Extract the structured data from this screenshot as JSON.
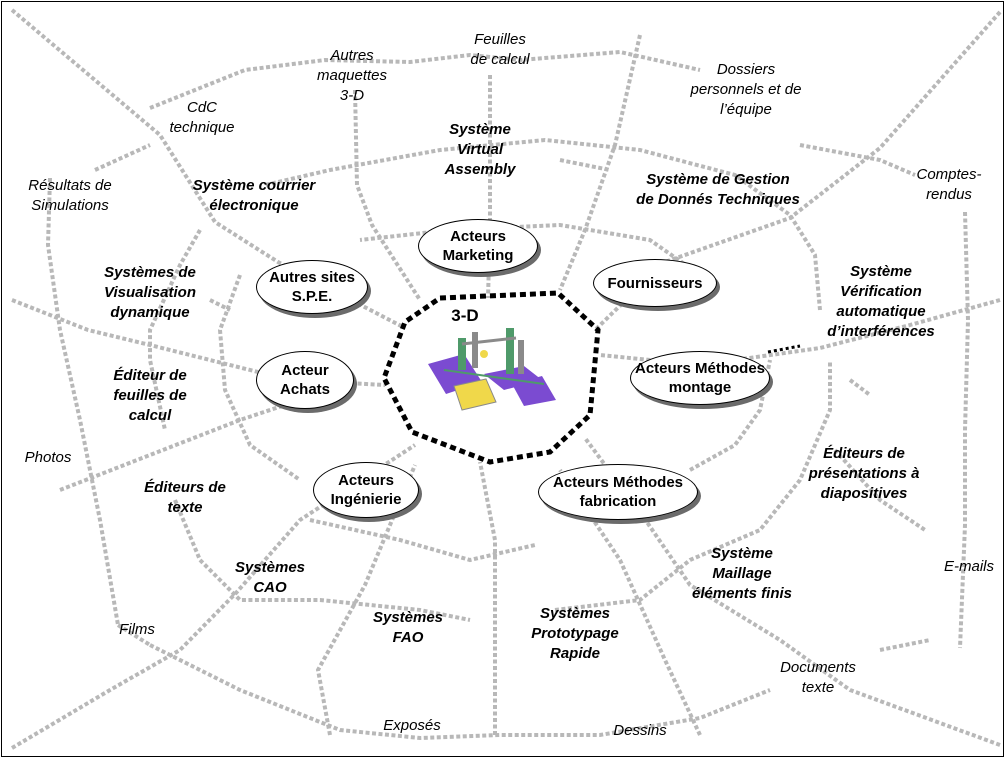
{
  "diagram": {
    "center_label": "3-D",
    "actors": [
      {
        "id": "marketing",
        "text": "Acteurs\nMarketing"
      },
      {
        "id": "autres-sites",
        "text": "Autres sites\nS.P.E."
      },
      {
        "id": "fournisseurs",
        "text": "Fournisseurs"
      },
      {
        "id": "achats",
        "text": "Acteur\nAchats"
      },
      {
        "id": "methodes-montage",
        "text": "Acteurs Méthodes\nmontage"
      },
      {
        "id": "ingenierie",
        "text": "Acteurs\nIngénierie"
      },
      {
        "id": "methodes-fabrication",
        "text": "Acteurs Méthodes\nfabrication"
      }
    ],
    "systems": [
      {
        "id": "virtual-assembly",
        "text": "Système\nVirtual\nAssembly"
      },
      {
        "id": "courrier",
        "text": "Système courrier\nélectronique"
      },
      {
        "id": "gdt",
        "text": "Système de Gestion\nde Donnés Techniques"
      },
      {
        "id": "visualisation",
        "text": "Systèmes de\nVisualisation\ndynamique"
      },
      {
        "id": "verification",
        "text": "Système\nVérification\nautomatique\nd’interférences"
      },
      {
        "id": "feuilles-calcul-editeur",
        "text": "Éditeur de\nfeuilles de\ncalcul"
      },
      {
        "id": "presentations",
        "text": "Éditeurs de\nprésentations à\ndiapositives"
      },
      {
        "id": "texte-editeurs",
        "text": "Éditeurs de\ntexte"
      },
      {
        "id": "maillage",
        "text": "Système\nMaillage\néléments finis"
      },
      {
        "id": "cao",
        "text": "Systèmes\nCAO"
      },
      {
        "id": "fao",
        "text": "Systèmes\nFAO"
      },
      {
        "id": "prototypage",
        "text": "Systèmes\nPrototypage\nRapide"
      }
    ],
    "outer": [
      {
        "id": "feuilles-calcul",
        "text": "Feuilles\nde calcul"
      },
      {
        "id": "autres-maquettes",
        "text": "Autres\nmaquettes\n3-D"
      },
      {
        "id": "dossiers",
        "text": "Dossiers\npersonnels et de\nl’équipe"
      },
      {
        "id": "cdc",
        "text": "CdC\ntechnique"
      },
      {
        "id": "resultats",
        "text": "Résultats de\nSimulations"
      },
      {
        "id": "comptes-rendus",
        "text": "Comptes-\nrendus"
      },
      {
        "id": "photos",
        "text": "Photos"
      },
      {
        "id": "emails",
        "text": "E-mails"
      },
      {
        "id": "films",
        "text": "Films"
      },
      {
        "id": "documents",
        "text": "Documents\ntexte"
      },
      {
        "id": "exposes",
        "text": "Exposés"
      },
      {
        "id": "dessins",
        "text": "Dessins"
      }
    ],
    "colors": {
      "web_lines": "#b8b8b8",
      "text": "#000000",
      "actor_shadow": "#6b6b6b",
      "model_purple": "#7b4bd1",
      "model_yellow": "#f0d84a",
      "model_green": "#4f9a6a",
      "model_grey": "#8a8a8a"
    }
  }
}
